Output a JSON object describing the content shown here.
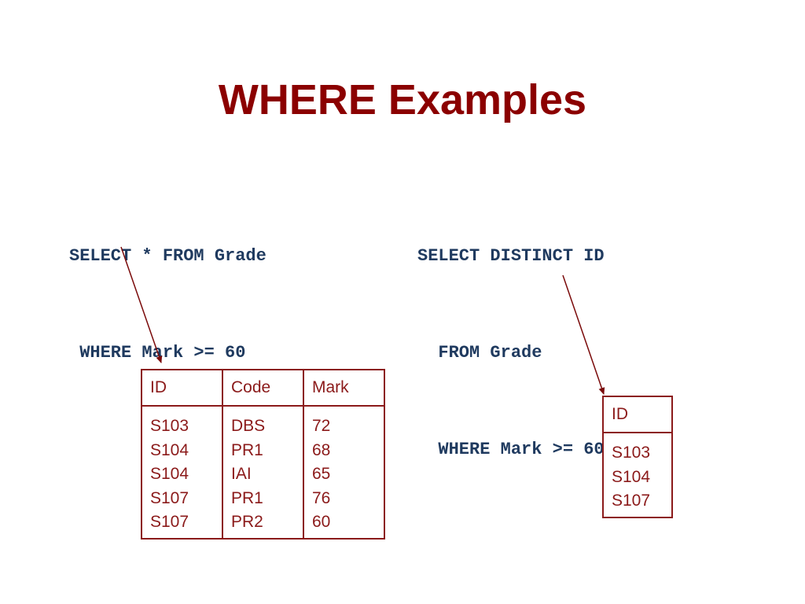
{
  "slide": {
    "title": "WHERE Examples"
  },
  "query_left": {
    "lines": [
      "SELECT * FROM Grade",
      " WHERE Mark >= 60"
    ]
  },
  "query_right": {
    "lines": [
      "SELECT DISTINCT ID",
      "  FROM Grade",
      "  WHERE Mark >= 60"
    ]
  },
  "table_left": {
    "headers": [
      "ID",
      "Code",
      "Mark"
    ],
    "columns": [
      [
        "S103",
        "S104",
        "S104",
        "S107",
        "S107"
      ],
      [
        "DBS",
        "PR1",
        "IAI",
        "PR1",
        "PR2"
      ],
      [
        "72",
        "68",
        "65",
        "76",
        "60"
      ]
    ]
  },
  "table_right": {
    "headers": [
      "ID"
    ],
    "columns": [
      [
        "S103",
        "S104",
        "S107"
      ]
    ]
  },
  "colors": {
    "title": "#8b0000",
    "code": "#1f3a5f",
    "table": "#8b1a1a",
    "arrow": "#7a0a0a"
  }
}
